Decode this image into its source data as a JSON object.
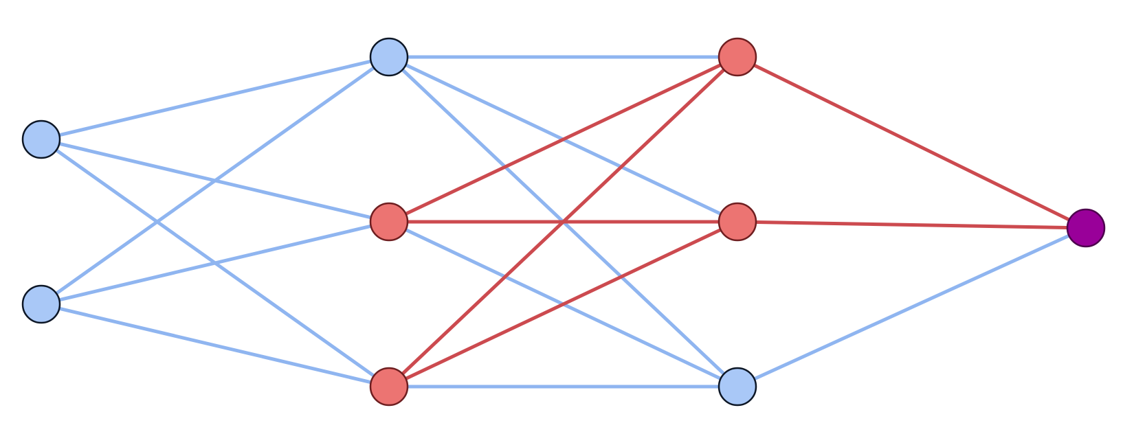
{
  "colors": {
    "background": "#ffffff",
    "blue_edge": "#8fb5f0",
    "red_edge": "#cc4a4f",
    "blue_node_fill": "#a9c8f7",
    "blue_node_stroke": "#0d1726",
    "red_node_fill": "#ec7472",
    "red_node_stroke": "#6e1e20",
    "purple_node_fill": "#990099",
    "purple_node_stroke": "#4d004d"
  },
  "layers": [
    {
      "name": "input",
      "nodes": [
        {
          "id": "i1",
          "style": "blue"
        },
        {
          "id": "i2",
          "style": "blue"
        }
      ]
    },
    {
      "name": "hidden1",
      "nodes": [
        {
          "id": "h1a",
          "style": "blue"
        },
        {
          "id": "h1b",
          "style": "red"
        },
        {
          "id": "h1c",
          "style": "red"
        }
      ]
    },
    {
      "name": "hidden2",
      "nodes": [
        {
          "id": "h2a",
          "style": "red"
        },
        {
          "id": "h2b",
          "style": "red"
        },
        {
          "id": "h2c",
          "style": "blue"
        }
      ]
    },
    {
      "name": "output",
      "nodes": [
        {
          "id": "o1",
          "style": "purple"
        }
      ]
    }
  ],
  "edges": [
    {
      "from": "i1",
      "to": "h1a",
      "style": "blue"
    },
    {
      "from": "i1",
      "to": "h1b",
      "style": "blue"
    },
    {
      "from": "i1",
      "to": "h1c",
      "style": "blue"
    },
    {
      "from": "i2",
      "to": "h1a",
      "style": "blue"
    },
    {
      "from": "i2",
      "to": "h1b",
      "style": "blue"
    },
    {
      "from": "i2",
      "to": "h1c",
      "style": "blue"
    },
    {
      "from": "h1a",
      "to": "h2a",
      "style": "blue"
    },
    {
      "from": "h1a",
      "to": "h2b",
      "style": "blue"
    },
    {
      "from": "h1a",
      "to": "h2c",
      "style": "blue"
    },
    {
      "from": "h1b",
      "to": "h2c",
      "style": "blue"
    },
    {
      "from": "h1c",
      "to": "h2c",
      "style": "blue"
    },
    {
      "from": "h2c",
      "to": "o1",
      "style": "blue"
    },
    {
      "from": "h1b",
      "to": "h2a",
      "style": "red"
    },
    {
      "from": "h1b",
      "to": "h2b",
      "style": "red"
    },
    {
      "from": "h1c",
      "to": "h2a",
      "style": "red"
    },
    {
      "from": "h1c",
      "to": "h2b",
      "style": "red"
    },
    {
      "from": "h2a",
      "to": "o1",
      "style": "red"
    },
    {
      "from": "h2b",
      "to": "o1",
      "style": "red"
    }
  ]
}
